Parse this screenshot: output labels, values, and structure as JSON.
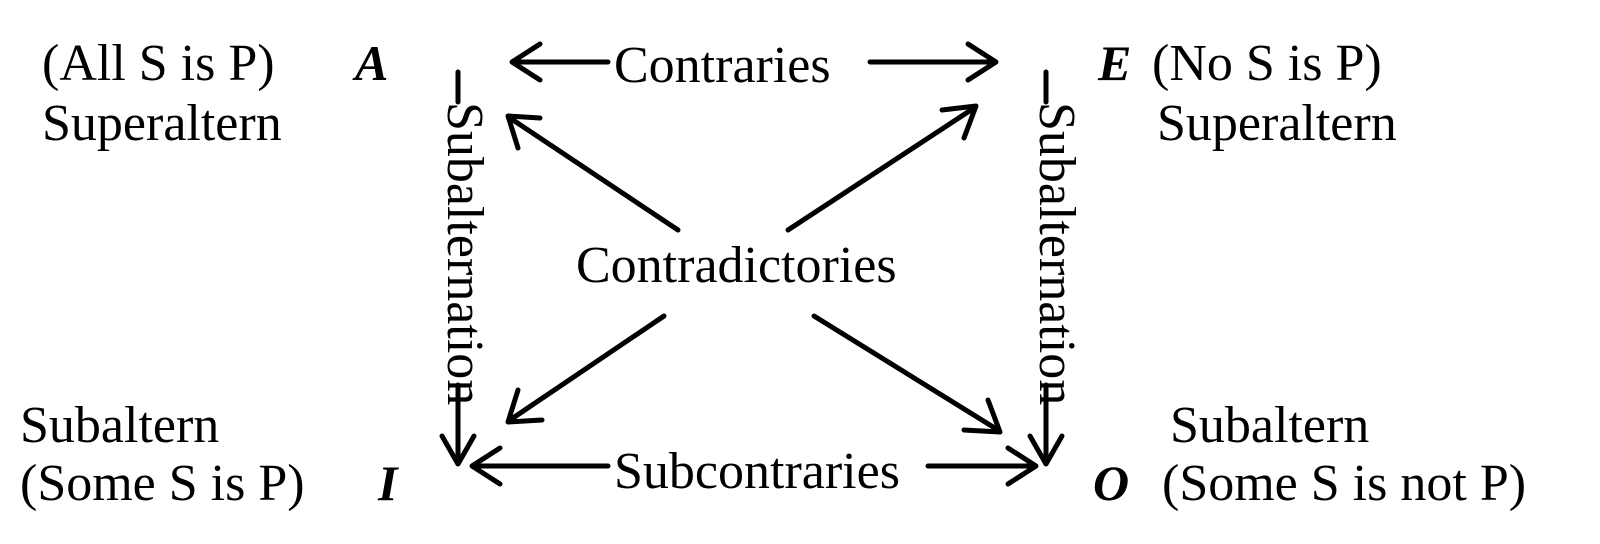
{
  "corners": {
    "a": {
      "letter": "A",
      "proposition": "(All S is P)",
      "role": "Superaltern"
    },
    "e": {
      "letter": "E",
      "proposition": "(No S is P)",
      "role": "Superaltern"
    },
    "i": {
      "letter": "I",
      "proposition": "(Some S is P)",
      "role": "Subaltern"
    },
    "o": {
      "letter": "O",
      "proposition": "(Some S is not P)",
      "role": "Subaltern"
    }
  },
  "relations": {
    "top": "Contraries",
    "bottom": "Subcontraries",
    "center": "Contradictories",
    "left": "Subalternation",
    "right": "Subalternation"
  }
}
